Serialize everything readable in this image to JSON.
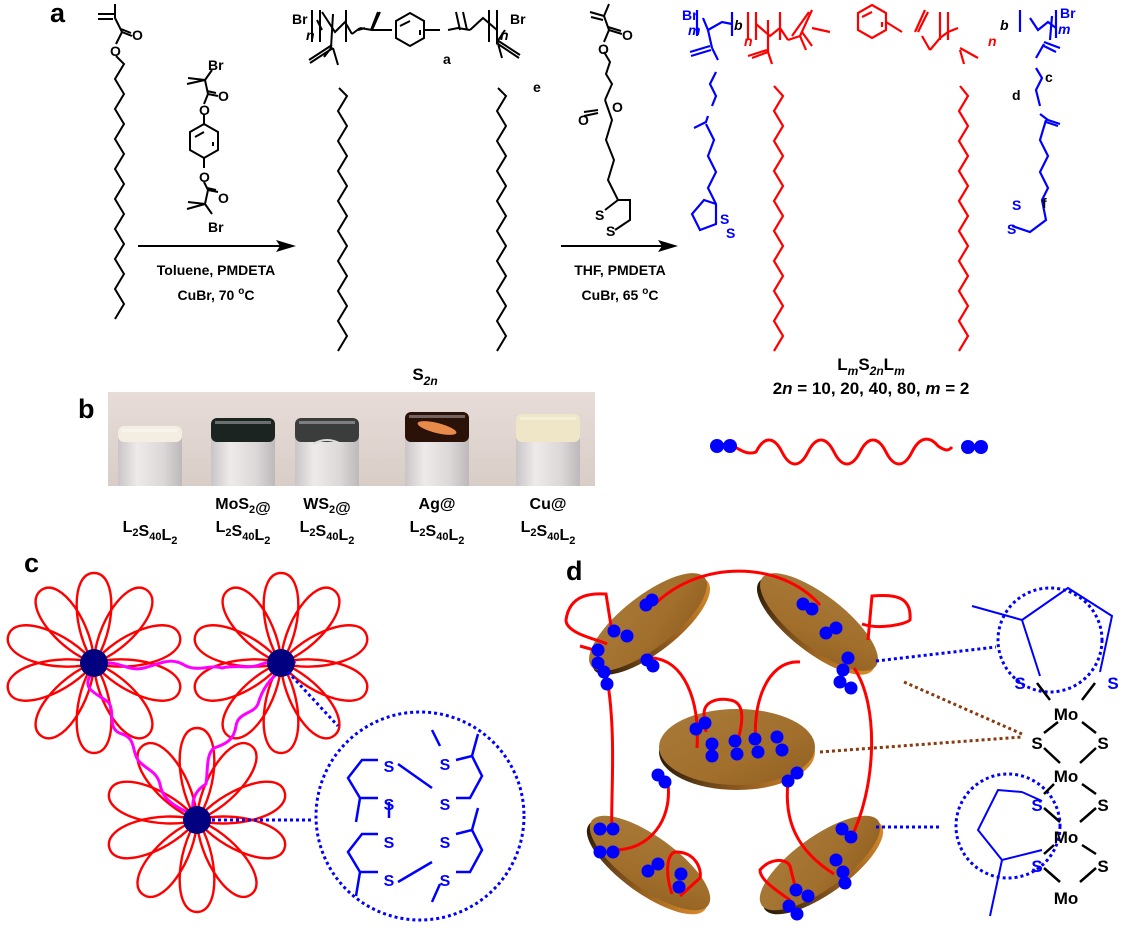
{
  "colors": {
    "black": "#000000",
    "red": "#ff0000",
    "blue": "#0000ff",
    "navy": "#000080",
    "magenta": "#ff00ff",
    "bronze": "#a8742e",
    "brown_dotted": "#8b3a0e"
  },
  "panels": {
    "a": {
      "label": "a",
      "monomer_label_O": "O",
      "initiator": {
        "br": "Br",
        "o": "O"
      },
      "step1": {
        "line1": "Toluene, PMDETA",
        "line2_prefix": "CuBr, 70 ",
        "degree": "o",
        "line2_suffix": "C"
      },
      "step2": {
        "line1": "THF, PMDETA",
        "line2_prefix": "CuBr, 65 ",
        "degree": "o",
        "line2_suffix": "C"
      },
      "macroinitiator": {
        "name_main": "S",
        "name_sub": "2n",
        "br": "Br",
        "n": "n",
        "proton_a": "a",
        "proton_e": "e"
      },
      "triblock": {
        "name": {
          "l1": "L",
          "m1": "m",
          "s": "S",
          "sub": "2n",
          "l2": "L",
          "m2": "m"
        },
        "params": "2n = 10, 20, 40, 80, m = 2",
        "params_parts": [
          "2",
          "n",
          " = 10, 20, 40, 80, ",
          "m",
          " = 2"
        ],
        "br": "Br",
        "m": "m",
        "n": "n",
        "b": "b",
        "proton_c": "c",
        "proton_d": "d",
        "proton_f": "f",
        "s": "S"
      }
    },
    "b": {
      "label": "b",
      "vials": [
        {
          "top": "",
          "bottom": "L2S40L2",
          "color": "#f4ede2"
        },
        {
          "top": "MoS2@",
          "bottom": "L2S40L2",
          "color": "#1b2420"
        },
        {
          "top": "WS2@",
          "bottom": "L2S40L2",
          "color": "#3a3d3c"
        },
        {
          "top": "Ag@",
          "bottom": "L2S40L2",
          "color": "#2a1208"
        },
        {
          "top": "Cu@",
          "bottom": "L2S40L2",
          "color": "#efe6c8"
        }
      ]
    },
    "c": {
      "label": "c",
      "s": "S"
    },
    "d": {
      "label": "d",
      "mo": "Mo",
      "s": "S"
    }
  }
}
